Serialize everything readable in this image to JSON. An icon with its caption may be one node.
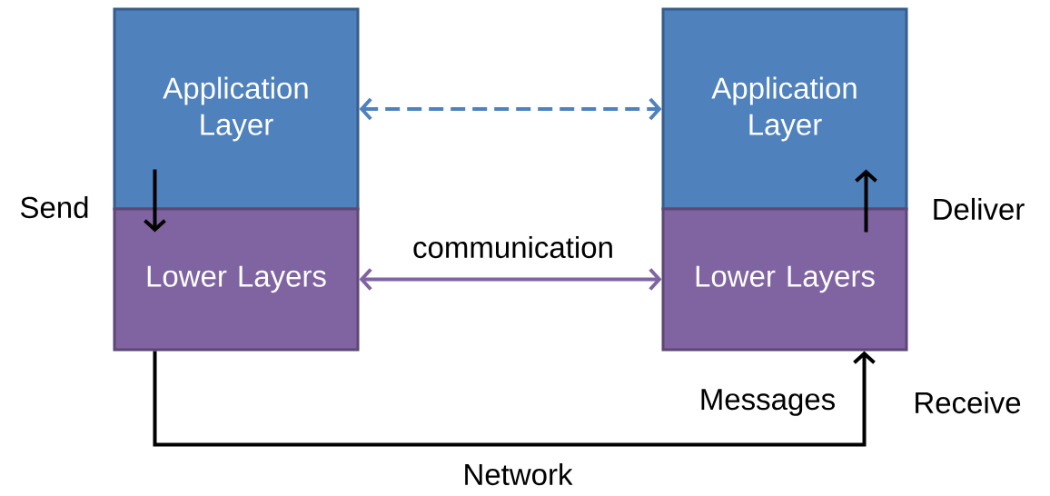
{
  "diagram": {
    "nodes": [
      {
        "text": [
          "Application Layer"
        ]
      },
      {
        "text": [
          "Lower Layers"
        ]
      },
      {
        "text": [
          "Application Layer"
        ]
      },
      {
        "text": [
          "Lower Layers"
        ]
      }
    ],
    "edges": [
      {
        "from": 0,
        "to": 2,
        "arrow": "both",
        "style": "dashed",
        "color": "#4f81bd"
      },
      {
        "from": 1,
        "to": 3,
        "arrow": "both",
        "label": "communication",
        "color": "#8064a2"
      },
      {
        "from": 0,
        "to": 1,
        "arrow": "to",
        "label": "Send"
      },
      {
        "from": 3,
        "to": 2,
        "arrow": "to",
        "label": "Deliver"
      },
      {
        "from": 1,
        "to": 3,
        "arrow": "to",
        "label": "Network"
      }
    ],
    "labels": [
      "Messages",
      "Receive"
    ]
  }
}
